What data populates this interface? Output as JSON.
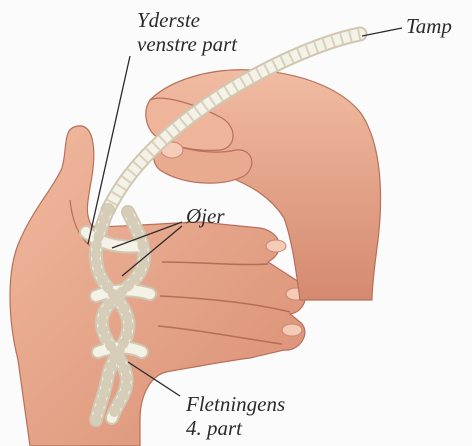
{
  "labels": {
    "outer_left_part": [
      "Yderste",
      "venstre part"
    ],
    "tail": "Tamp",
    "eyes": "Øjer",
    "fourth_part": [
      "Fletningens",
      "4. part"
    ]
  },
  "colors": {
    "background": "#fbfbfb",
    "skin": "#e8a98e",
    "skin_shadow": "#c98068",
    "rope": "#f4f1e6",
    "rope_shadow": "#cfc7b2",
    "leader_line": "#2b2b2b",
    "text": "#2b2b2b"
  }
}
